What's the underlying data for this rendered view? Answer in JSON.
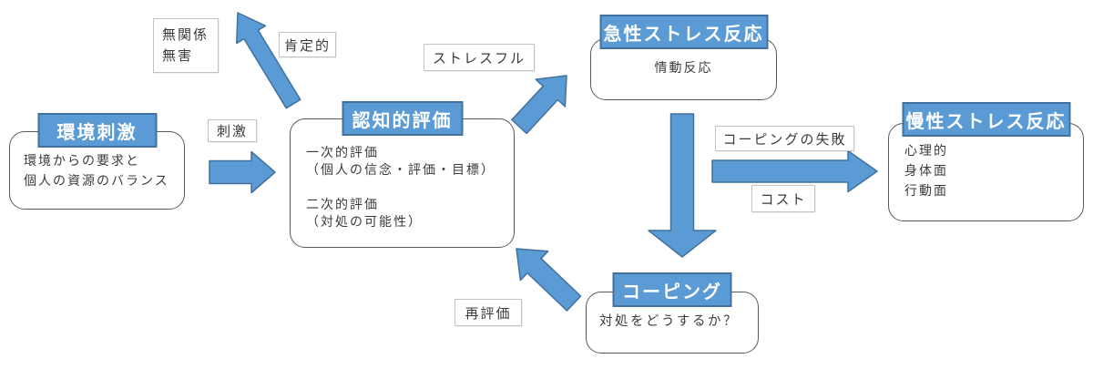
{
  "diagram": {
    "colors": {
      "node_header_fill": "#5b9bd5",
      "node_header_border": "#41719c",
      "node_border": "#595959",
      "arrow_fill": "#5b9bd5",
      "arrow_border": "#41719c",
      "label_border": "#c3c3c3",
      "text": "#3b3b3b"
    },
    "nodes": {
      "environment": {
        "title": "環境刺激",
        "body": [
          "環境からの要求と",
          "個人の資源のバランス"
        ]
      },
      "appraisal": {
        "title": "認知的評価",
        "body": [
          "一次的評価",
          "（個人の信念・評価・目標）",
          "二次的評価",
          "（対処の可能性）"
        ]
      },
      "acute": {
        "title": "急性ストレス反応",
        "body": [
          "情動反応"
        ]
      },
      "chronic": {
        "title": "慢性ストレス反応",
        "body": [
          "心理的",
          "身体面",
          "行動面"
        ]
      },
      "coping": {
        "title": "コーピング",
        "body": [
          "対処をどうするか？"
        ]
      }
    },
    "labels": {
      "irrelevant_line1": "無関係",
      "irrelevant_line2": "無害",
      "positive": "肯定的",
      "stressful": "ストレスフル",
      "stimulus": "刺激",
      "coping_failure": "コーピングの失敗",
      "cost": "コスト",
      "reappraisal": "再評価"
    }
  }
}
